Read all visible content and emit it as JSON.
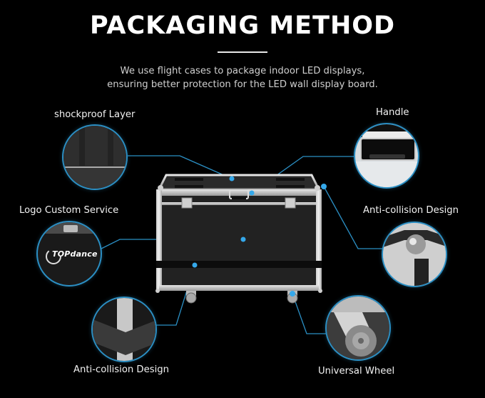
{
  "header": {
    "title": "PACKAGING METHOD",
    "subtitle_line1": "We use flight cases to package indoor LED displays,",
    "subtitle_line2": "ensuring better protection for the LED wall display board."
  },
  "features": [
    {
      "id": "shockproof",
      "label": "shockproof Layer",
      "icon": "foam-layer-icon"
    },
    {
      "id": "handle",
      "label": "Handle",
      "icon": "handle-icon"
    },
    {
      "id": "logo",
      "label": "Logo Custom Service",
      "icon": "logo-icon"
    },
    {
      "id": "anti-collision-corner",
      "label": "Anti-collision Design",
      "icon": "ball-corner-icon"
    },
    {
      "id": "anti-collision-edge",
      "label": "Anti-collision Design",
      "icon": "edge-protector-icon"
    },
    {
      "id": "wheel",
      "label": "Universal Wheel",
      "icon": "caster-wheel-icon"
    }
  ],
  "logo_brand": "TOPdance",
  "colors": {
    "background": "#000000",
    "accent": "#2b8fc4",
    "dot": "#35a8ea",
    "text": "#ffffff",
    "subtext": "#cfcfcf"
  }
}
